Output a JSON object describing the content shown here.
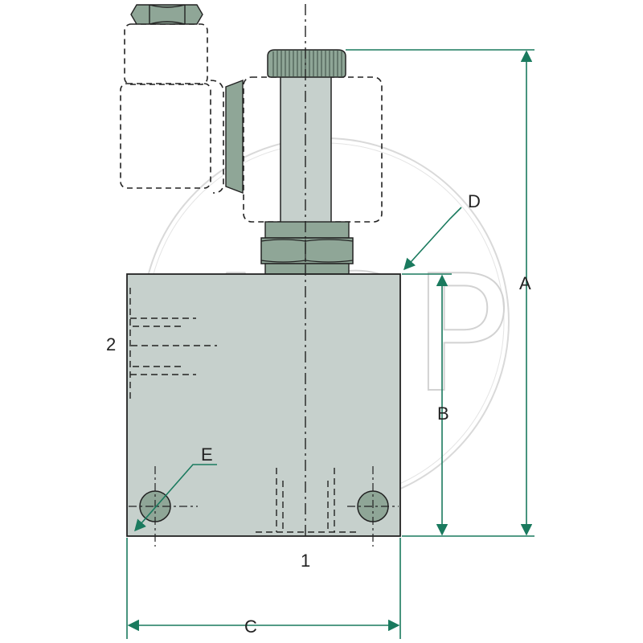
{
  "watermark": {
    "text": "AGP",
    "color": "#d2d2d2"
  },
  "labels": {
    "a": "A",
    "b": "B",
    "c": "C",
    "d": "D",
    "e": "E",
    "port_1": "1",
    "port_2": "2"
  },
  "colors": {
    "body_fill": "#c6d0cc",
    "nut_fill": "#8fa697",
    "dimension_line": "#1a7a5e",
    "outline": "#222222"
  },
  "icons": {
    "valve-body": "rectangle",
    "knob": "knurled-cap",
    "lock-nut": "hex-nut"
  }
}
